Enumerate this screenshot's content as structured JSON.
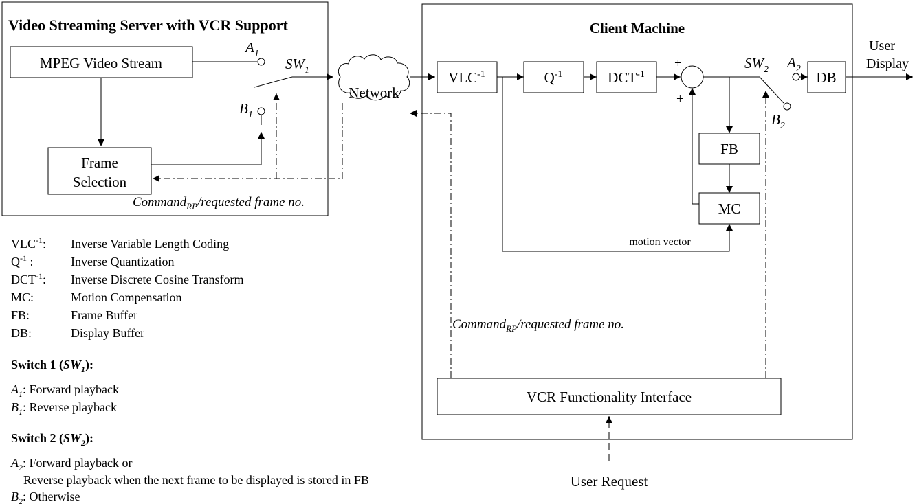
{
  "server": {
    "title": "Video Streaming Server with VCR Support",
    "mpeg": "MPEG Video Stream",
    "frame_sel_1": "Frame",
    "frame_sel_2": "Selection",
    "a1": "A",
    "a1_sub": "1",
    "b1": "B",
    "b1_sub": "1",
    "sw1": "SW",
    "sw1_sub": "1",
    "cmd": "Command",
    "cmd_sub": "RP",
    "cmd_rest": "/requested frame no."
  },
  "network": "Network",
  "client": {
    "title": "Client Machine",
    "vlc": "VLC",
    "q": "Q",
    "dct": "DCT",
    "inv": "-1",
    "plus": "+",
    "sw2": "SW",
    "sw2_sub": "2",
    "a2": "A",
    "a2_sub": "2",
    "b2": "B",
    "b2_sub": "2",
    "db": "DB",
    "fb": "FB",
    "mc": "MC",
    "motion_vector": "motion vector",
    "cmd": "Command",
    "cmd_sub": "RP",
    "cmd_rest": "/requested frame no.",
    "vcr": "VCR Functionality Interface",
    "user_display_1": "User",
    "user_display_2": "Display",
    "user_request": "User Request"
  },
  "legend": {
    "vlc_key": "VLC",
    "vlc_sup": "-1",
    "vlc_colon": ":",
    "vlc_desc": "Inverse Variable Length Coding",
    "q_key": "Q",
    "q_sup": "-1",
    "q_colon": " :",
    "q_desc": "Inverse Quantization",
    "dct_key": "DCT",
    "dct_sup": "-1",
    "dct_colon": ":",
    "dct_desc": "Inverse Discrete Cosine Transform",
    "mc_key": "MC:",
    "mc_desc": "Motion Compensation",
    "fb_key": "FB:",
    "fb_desc": "Frame Buffer",
    "db_key": "DB:",
    "db_desc": "Display Buffer"
  },
  "switch1": {
    "title": "Switch 1 (",
    "title_sw": "SW",
    "title_sub": "1",
    "title_end": "):",
    "a": "A",
    "a_sub": "1",
    "a_text": ": Forward playback",
    "b": "B",
    "b_sub": "1",
    "b_text": ": Reverse playback"
  },
  "switch2": {
    "title": "Switch 2 (",
    "title_sw": "SW",
    "title_sub": "2",
    "title_end": "):",
    "a": "A",
    "a_sub": "2",
    "a_text": ": Forward playback or",
    "a_text2": "Reverse playback when the next frame to be displayed is stored in FB",
    "b": "B",
    "b_sub": "2",
    "b_text": ": Otherwise"
  }
}
